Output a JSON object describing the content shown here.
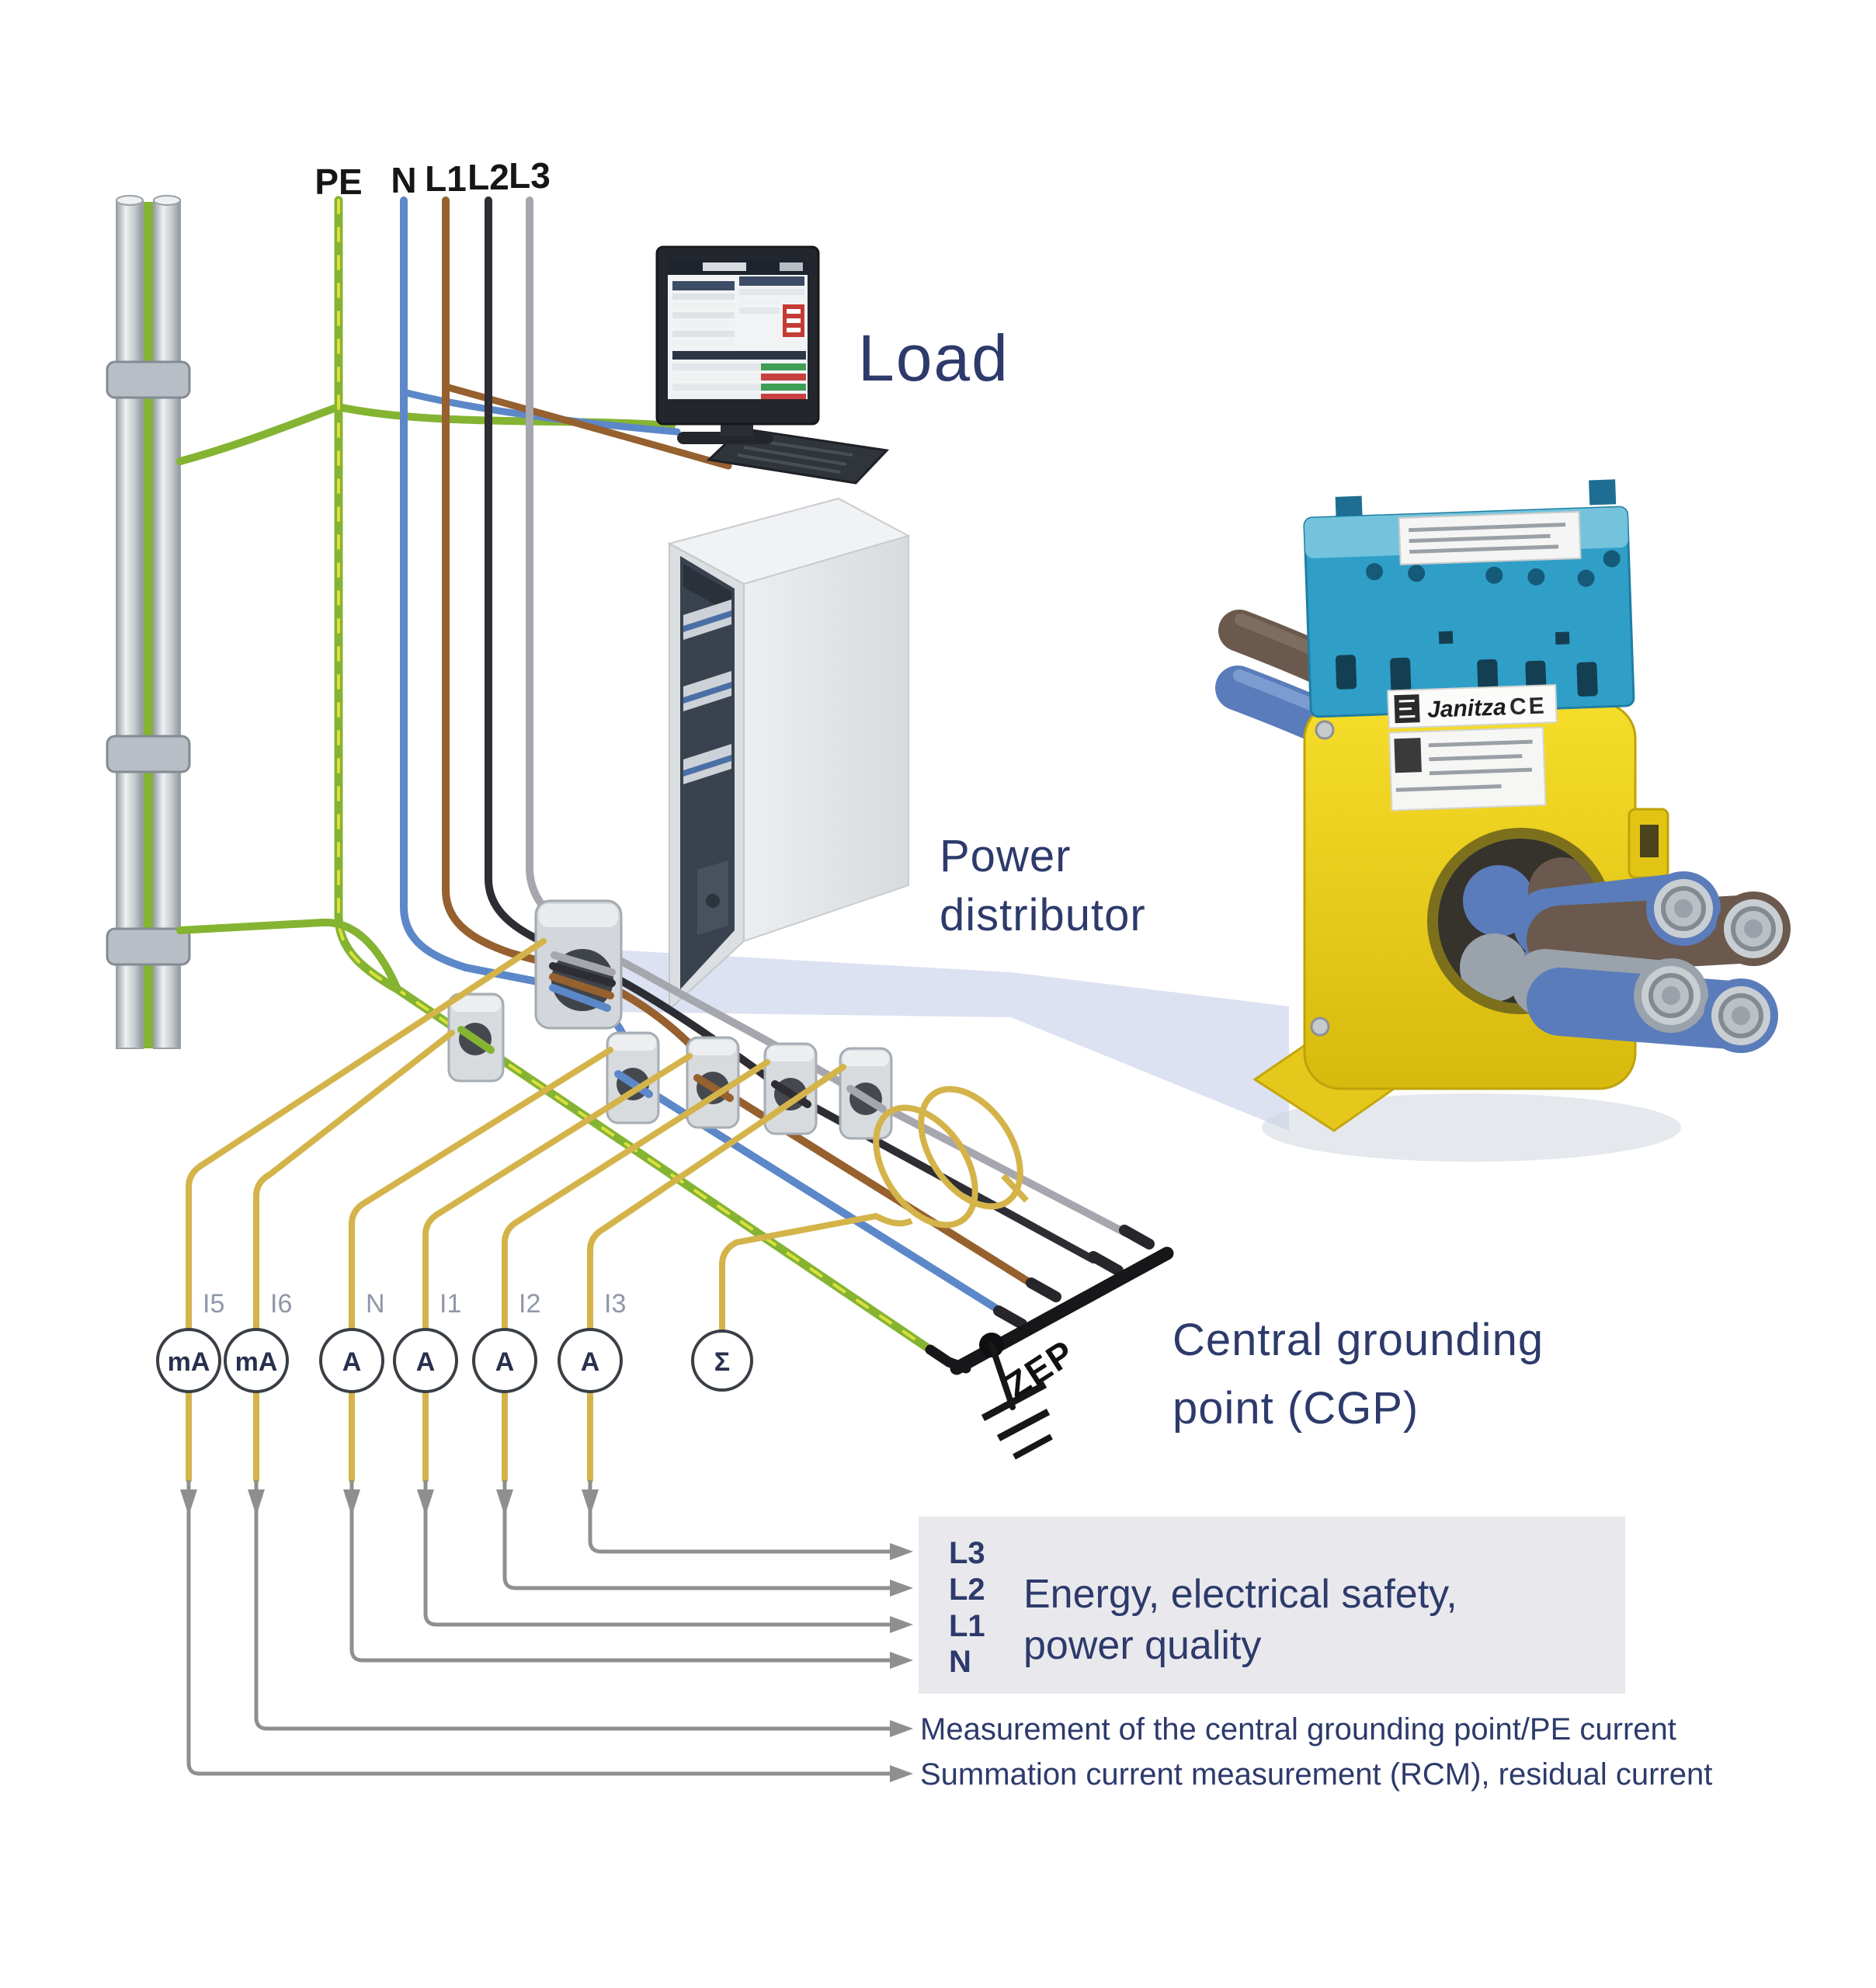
{
  "top_labels": [
    "PE",
    "N",
    "L1",
    "L2",
    "L3"
  ],
  "labels": {
    "load": "Load",
    "power": [
      "Power",
      "distributor"
    ],
    "cgp": [
      "Central grounding",
      "point (CGP)"
    ],
    "zep": "ZEP"
  },
  "meters": [
    {
      "label": "I5",
      "unit": "mA"
    },
    {
      "label": "I6",
      "unit": "mA"
    },
    {
      "label": "N",
      "unit": "A"
    },
    {
      "label": "I1",
      "unit": "A"
    },
    {
      "label": "I2",
      "unit": "A"
    },
    {
      "label": "I3",
      "unit": "A"
    }
  ],
  "sigma_meter": {
    "unit": "Σ"
  },
  "legend": {
    "rows": [
      "L3",
      "L2",
      "L1",
      "N"
    ],
    "lines": [
      "Energy, electrical safety,",
      "power quality"
    ]
  },
  "notes": [
    "Measurement of the central grounding point/PE current",
    "Summation current measurement (RCM), residual current"
  ],
  "ct_photo": {
    "brand": "Janitza",
    "ce": "CE"
  },
  "colors": {
    "accent_navy": "#2d3a6b",
    "meter_label_gray": "#9097a8",
    "arrow_gray": "#8f8f8f",
    "legend_bg": "#e9e9ed",
    "wire_yellow": "#d4b44a",
    "wire_green": "#84b431",
    "wire_blue": "#5c88c9",
    "wire_brown": "#96602f",
    "wire_black": "#2d2d33",
    "wire_gray": "#a6a6ae",
    "ct_body_yellow": "#edd11c",
    "ct_block_blue": "#2f9fc8"
  }
}
